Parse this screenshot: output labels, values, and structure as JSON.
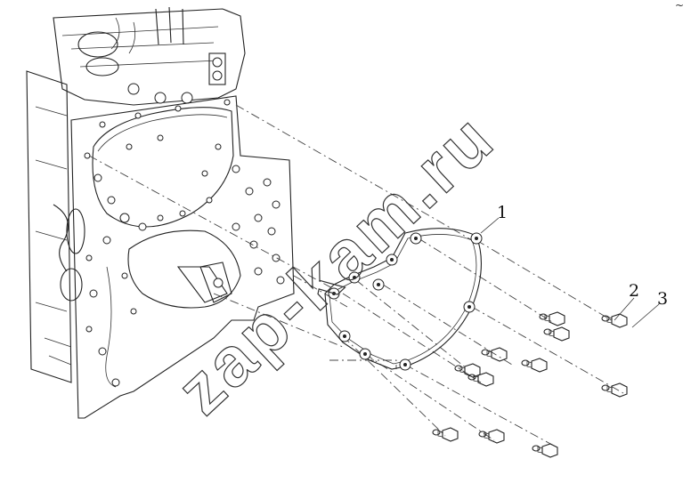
{
  "diagram": {
    "callouts": [
      {
        "id": "callout-1",
        "label": "1"
      },
      {
        "id": "callout-2",
        "label": "2"
      },
      {
        "id": "callout-3",
        "label": "3"
      }
    ],
    "watermark": "zap-kam.ru",
    "corner_mark": "~"
  }
}
